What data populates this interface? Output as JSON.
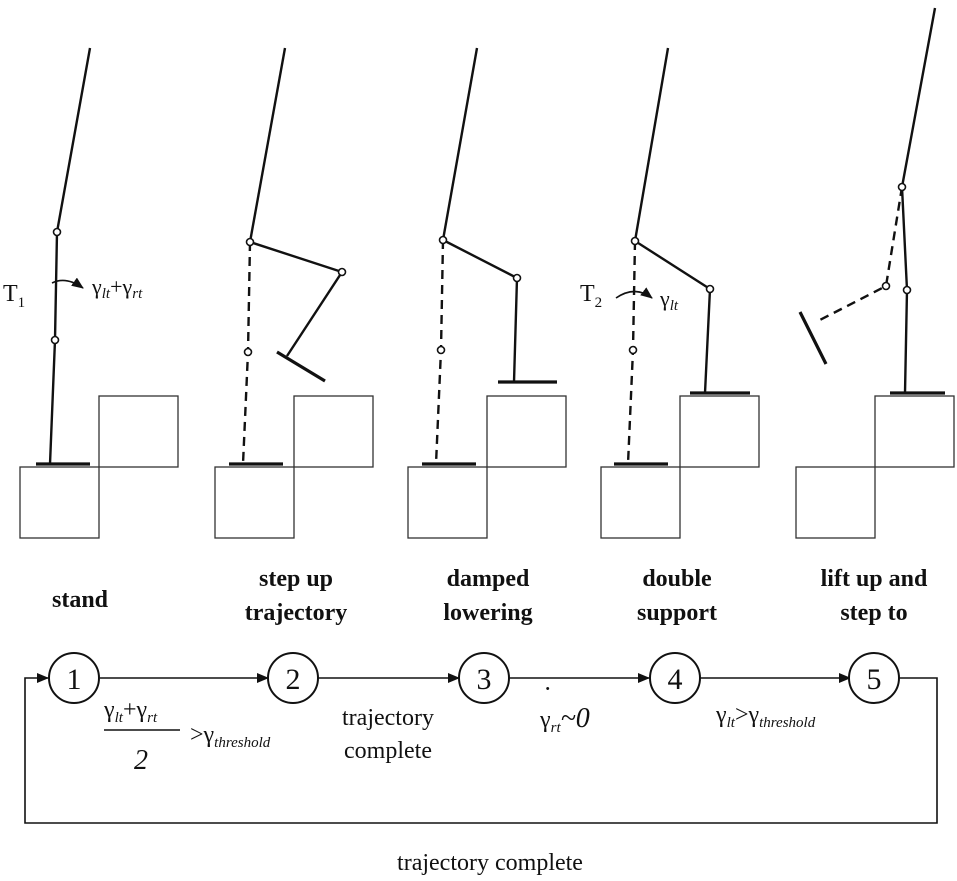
{
  "phases": [
    {
      "number": "1",
      "label_lines": [
        "stand"
      ]
    },
    {
      "number": "2",
      "label_lines": [
        "step up",
        "trajectory"
      ]
    },
    {
      "number": "3",
      "label_lines": [
        "damped",
        "lowering"
      ]
    },
    {
      "number": "4",
      "label_lines": [
        "double",
        "support"
      ]
    },
    {
      "number": "5",
      "label_lines": [
        "lift up and",
        "step to"
      ]
    }
  ],
  "annotations": {
    "t1": {
      "label": "T",
      "sub": "1",
      "g1": "γ",
      "g1_sub": "lt",
      "plus": "+",
      "g2": "γ",
      "g2_sub": "rt"
    },
    "t2": {
      "label": "T",
      "sub": "2",
      "g": "γ",
      "g_sub": "lt"
    }
  },
  "transitions": {
    "t12": {
      "g1": "γ",
      "g1_sub": "lt",
      "plus": "+",
      "g2": "γ",
      "g2_sub": "rt",
      "denominator": "2",
      "gt": ">",
      "g3": "γ",
      "g3_sub": "threshold"
    },
    "t23": {
      "line1": "trajectory",
      "line2": "complete"
    },
    "t34": {
      "g": "γ",
      "dot": "˙",
      "g_sub": "rt",
      "rest": "~0"
    },
    "t45": {
      "g1": "γ",
      "g1_sub": "lt",
      "gt": ">",
      "g2": "γ",
      "g2_sub": "threshold"
    },
    "t51": {
      "label": "trajectory complete"
    }
  }
}
